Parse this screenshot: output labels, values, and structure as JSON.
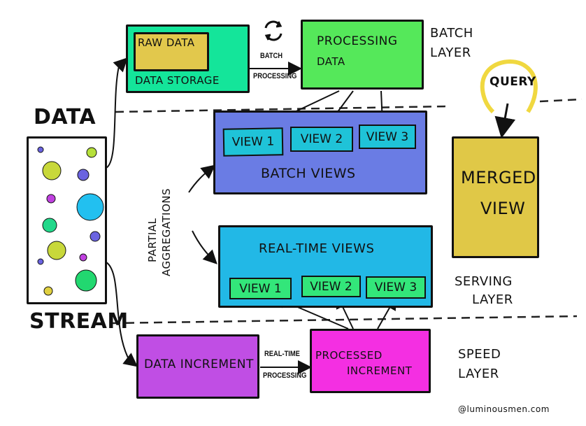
{
  "colors": {
    "data_storage": "#14e59a",
    "raw_data": "#e2c84c",
    "processing_data": "#55e85a",
    "batch_views": "#6a7ce4",
    "batch_view_item": "#1fc3d8",
    "realtime_views": "#22b8e6",
    "realtime_view_item": "#33e67a",
    "merged_view": "#e0c847",
    "data_increment": "#c04ee4",
    "processed_increment": "#f42fe2"
  },
  "data_source": {
    "top_label": "DATA",
    "bottom_label": "STREAM"
  },
  "batch": {
    "raw_data": "RAW DATA",
    "data_storage": "DATA STORAGE",
    "arrow_label_1": "BATCH",
    "arrow_label_2": "PROCESSING",
    "processing_1": "PROCESSING",
    "processing_2": "DATA",
    "layer_1": "BATCH",
    "layer_2": "LAYER",
    "refresh_icon": "refresh-cycle-icon"
  },
  "serving": {
    "batch_views": "BATCH VIEWS",
    "batch_view_items": [
      "VIEW 1",
      "VIEW 2",
      "VIEW 3"
    ],
    "realtime_views": "REAL-TIME VIEWS",
    "realtime_view_items": [
      "VIEW 1",
      "VIEW 2",
      "VIEW 3"
    ],
    "partial_1": "PARTIAL",
    "partial_2": "AGGREGATIONS",
    "query": "QUERY",
    "merged_1": "MERGED",
    "merged_2": "VIEW",
    "layer_1": "SERVING",
    "layer_2": "LAYER"
  },
  "speed": {
    "data_increment": "DATA INCREMENT",
    "arrow_label_1": "REAL-TIME",
    "arrow_label_2": "PROCESSING",
    "processed_1": "PROCESSED",
    "processed_2": "INCREMENT",
    "layer_1": "SPEED",
    "layer_2": "LAYER"
  },
  "credit": "@luminousmen.com"
}
